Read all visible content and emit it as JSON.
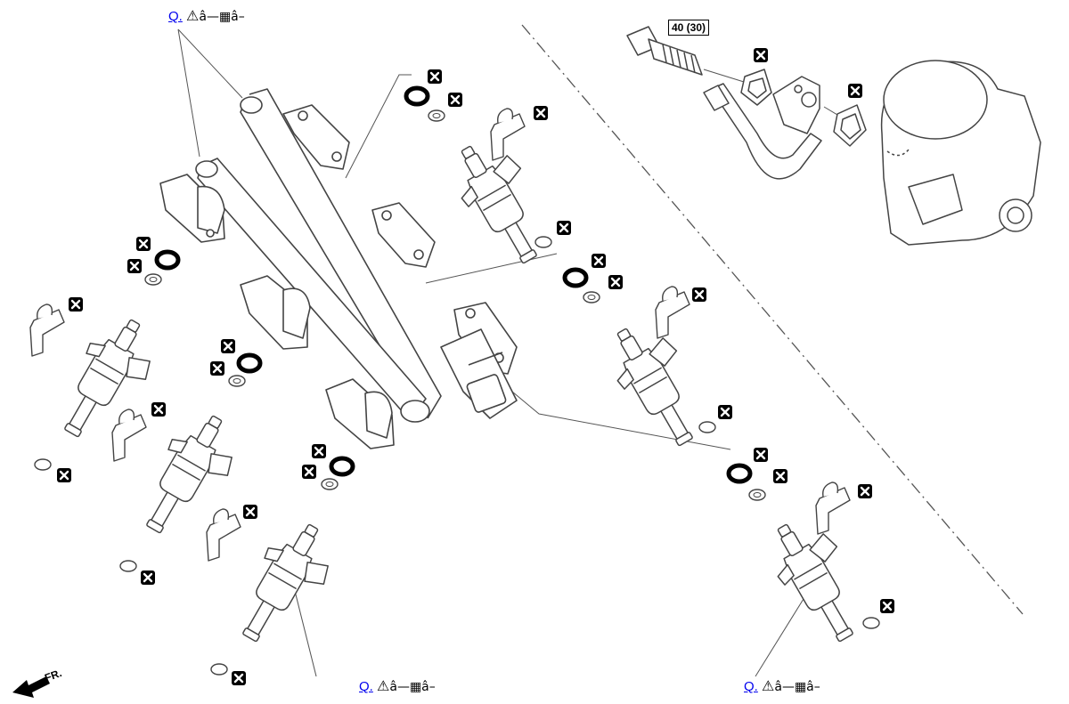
{
  "callouts": [
    {
      "link": "Q.",
      "warn": "⚠",
      "text": "â—▦â–"
    },
    {
      "link": "Q.",
      "warn": "⚠",
      "text": "â—▦â–"
    },
    {
      "link": "Q.",
      "warn": "⚠",
      "text": "â—▦â–"
    }
  ],
  "torque": "40 (30)",
  "front_label": "FR.",
  "replace_icon": "replace-part-icon"
}
